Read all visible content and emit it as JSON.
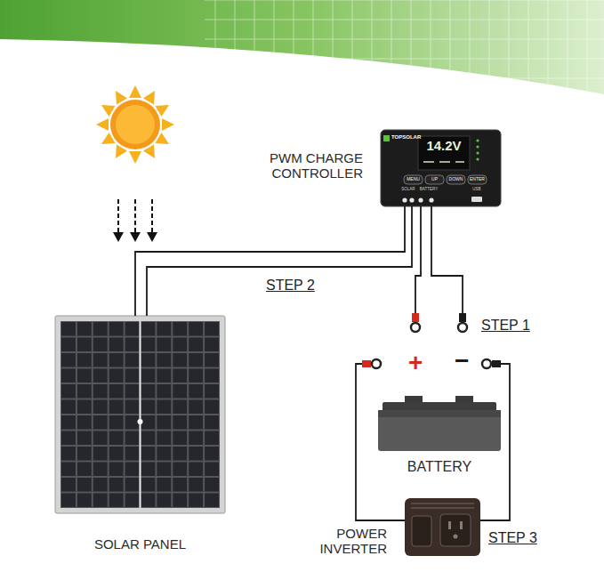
{
  "diagram": {
    "nodes": [
      {
        "text": [
          "PWM CHARGE CONTROLLER",
          "TOPSOLAR",
          "14.2V",
          "MENU",
          "UP",
          "DOWN",
          "ENTER",
          "SOLAR",
          "BATTERY",
          "USB"
        ]
      },
      {
        "text": [
          "SOLAR PANEL"
        ]
      },
      {
        "text": [
          "BATTERY"
        ]
      },
      {
        "text": [
          "POWER INVERTER"
        ]
      }
    ],
    "edges": [
      {
        "from": 0,
        "to": 1,
        "label": "STEP 2",
        "arrow": "none"
      },
      {
        "from": 0,
        "to": 2,
        "label": "STEP 1",
        "arrow": "none"
      },
      {
        "from": 2,
        "to": 3,
        "label": "STEP 3",
        "arrow": "none"
      }
    ],
    "labels": [
      "+",
      "−"
    ]
  }
}
